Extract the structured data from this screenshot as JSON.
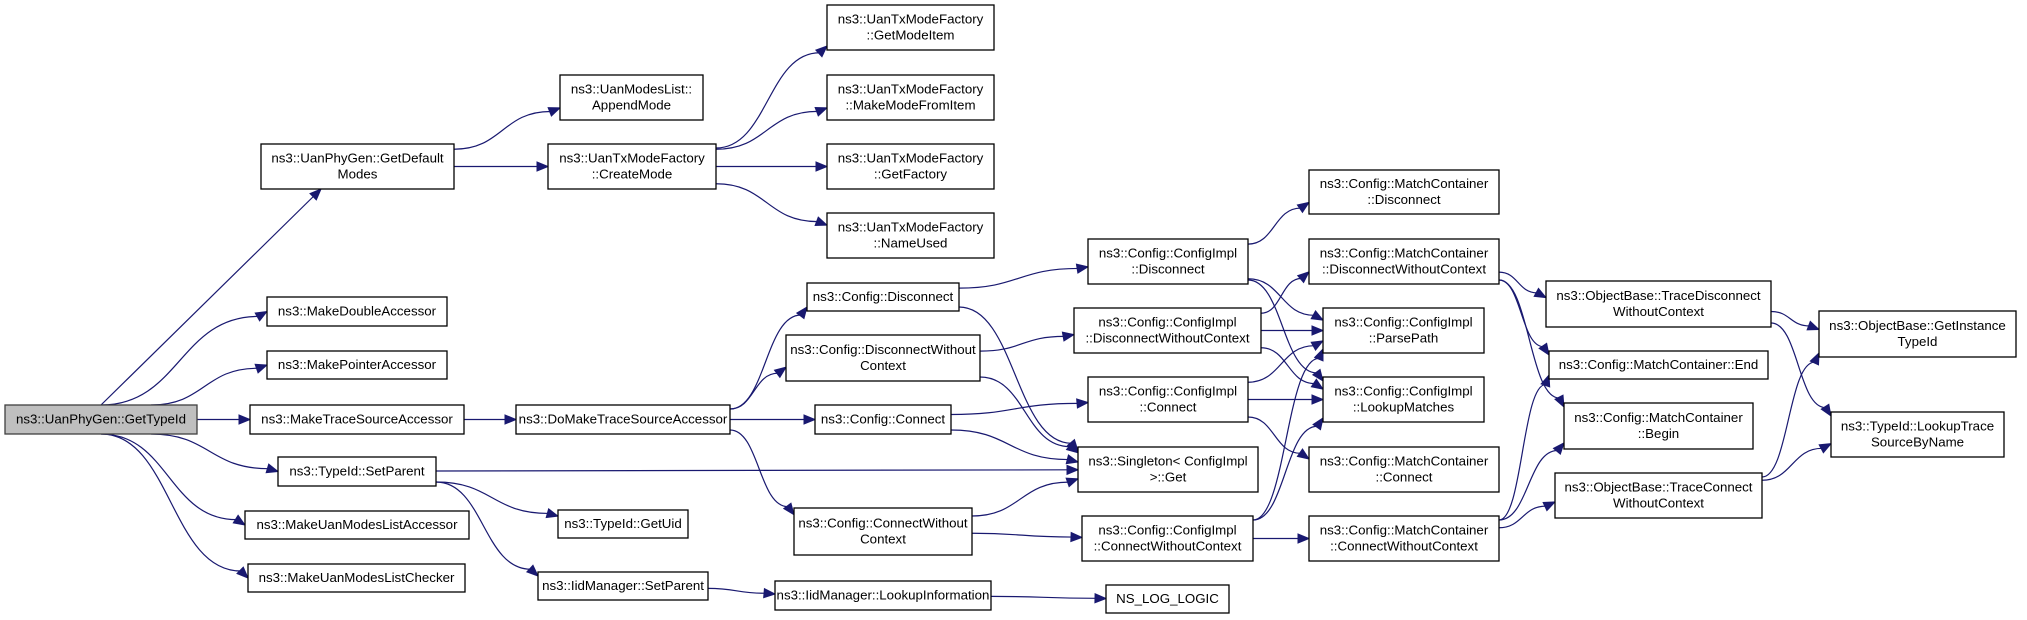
{
  "diagram": {
    "type": "call-graph",
    "colors": {
      "edge": "#191970",
      "root_fill": "#bfbfbf",
      "node_fill": "#ffffff",
      "border": "#000000"
    },
    "nodes": [
      {
        "id": "gettypeid",
        "lines": [
          "ns3::UanPhyGen::GetTypeId"
        ],
        "root": true
      },
      {
        "id": "getdefaultmodes",
        "lines": [
          "ns3::UanPhyGen::GetDefault",
          "Modes"
        ]
      },
      {
        "id": "makedoubleaccessor",
        "lines": [
          "ns3::MakeDoubleAccessor"
        ]
      },
      {
        "id": "makepointeraccessor",
        "lines": [
          "ns3::MakePointerAccessor"
        ]
      },
      {
        "id": "maketracesourceaccessor",
        "lines": [
          "ns3::MakeTraceSourceAccessor"
        ]
      },
      {
        "id": "typeid-setparent",
        "lines": [
          "ns3::TypeId::SetParent"
        ]
      },
      {
        "id": "makeuanmodeslistaccessor",
        "lines": [
          "ns3::MakeUanModesListAccessor"
        ]
      },
      {
        "id": "makeuanmodeslistchecker",
        "lines": [
          "ns3::MakeUanModesListChecker"
        ]
      },
      {
        "id": "appendmode",
        "lines": [
          "ns3::UanModesList::",
          "AppendMode"
        ]
      },
      {
        "id": "createmode",
        "lines": [
          "ns3::UanTxModeFactory",
          "::CreateMode"
        ]
      },
      {
        "id": "getmodeitem",
        "lines": [
          "ns3::UanTxModeFactory",
          "::GetModeItem"
        ]
      },
      {
        "id": "makemodefromitem",
        "lines": [
          "ns3::UanTxModeFactory",
          "::MakeModeFromItem"
        ]
      },
      {
        "id": "getfactory",
        "lines": [
          "ns3::UanTxModeFactory",
          "::GetFactory"
        ]
      },
      {
        "id": "nameused",
        "lines": [
          "ns3::UanTxModeFactory",
          "::NameUsed"
        ]
      },
      {
        "id": "domaketracesourceaccessor",
        "lines": [
          "ns3::DoMakeTraceSourceAccessor"
        ]
      },
      {
        "id": "typeid-getuid",
        "lines": [
          "ns3::TypeId::GetUid"
        ]
      },
      {
        "id": "iidmanager-setparent",
        "lines": [
          "ns3::IidManager::SetParent"
        ]
      },
      {
        "id": "config-disconnect",
        "lines": [
          "ns3::Config::Disconnect"
        ]
      },
      {
        "id": "config-disconnectwithoutcontext",
        "lines": [
          "ns3::Config::DisconnectWithout",
          "Context"
        ]
      },
      {
        "id": "config-connect",
        "lines": [
          "ns3::Config::Connect"
        ]
      },
      {
        "id": "config-connectwithoutcontext",
        "lines": [
          "ns3::Config::ConnectWithout",
          "Context"
        ]
      },
      {
        "id": "iidmanager-lookupinformation",
        "lines": [
          "ns3::IidManager::LookupInformation"
        ]
      },
      {
        "id": "configimpl-disconnect",
        "lines": [
          "ns3::Config::ConfigImpl",
          "::Disconnect"
        ]
      },
      {
        "id": "configimpl-disconnectwithoutcontext",
        "lines": [
          "ns3::Config::ConfigImpl",
          "::DisconnectWithoutContext"
        ]
      },
      {
        "id": "configimpl-connect",
        "lines": [
          "ns3::Config::ConfigImpl",
          "::Connect"
        ]
      },
      {
        "id": "singleton-get",
        "lines": [
          "ns3::Singleton< ConfigImpl",
          ">::Get"
        ]
      },
      {
        "id": "configimpl-connectwithoutcontext",
        "lines": [
          "ns3::Config::ConfigImpl",
          "::ConnectWithoutContext"
        ]
      },
      {
        "id": "ns-log-logic",
        "lines": [
          "NS_LOG_LOGIC"
        ]
      },
      {
        "id": "mc-disconnect",
        "lines": [
          "ns3::Config::MatchContainer",
          "::Disconnect"
        ]
      },
      {
        "id": "mc-disconnectwithoutcontext",
        "lines": [
          "ns3::Config::MatchContainer",
          "::DisconnectWithoutContext"
        ]
      },
      {
        "id": "parsepath",
        "lines": [
          "ns3::Config::ConfigImpl",
          "::ParsePath"
        ]
      },
      {
        "id": "lookupmatches",
        "lines": [
          "ns3::Config::ConfigImpl",
          "::LookupMatches"
        ]
      },
      {
        "id": "mc-connect",
        "lines": [
          "ns3::Config::MatchContainer",
          "::Connect"
        ]
      },
      {
        "id": "mc-connectwithoutcontext",
        "lines": [
          "ns3::Config::MatchContainer",
          "::ConnectWithoutContext"
        ]
      },
      {
        "id": "tracedisconnectwithoutcontext",
        "lines": [
          "ns3::ObjectBase::TraceDisconnect",
          "WithoutContext"
        ]
      },
      {
        "id": "mc-end",
        "lines": [
          "ns3::Config::MatchContainer::End"
        ]
      },
      {
        "id": "mc-begin",
        "lines": [
          "ns3::Config::MatchContainer",
          "::Begin"
        ]
      },
      {
        "id": "traceconnectwithoutcontext",
        "lines": [
          "ns3::ObjectBase::TraceConnect",
          "WithoutContext"
        ]
      },
      {
        "id": "getinstancetypeid",
        "lines": [
          "ns3::ObjectBase::GetInstance",
          "TypeId"
        ]
      },
      {
        "id": "lookuptracesourcebyname",
        "lines": [
          "ns3::TypeId::LookupTrace",
          "SourceByName"
        ]
      }
    ],
    "edges": [
      [
        "gettypeid",
        "getdefaultmodes"
      ],
      [
        "gettypeid",
        "makedoubleaccessor"
      ],
      [
        "gettypeid",
        "makepointeraccessor"
      ],
      [
        "gettypeid",
        "maketracesourceaccessor"
      ],
      [
        "gettypeid",
        "typeid-setparent"
      ],
      [
        "gettypeid",
        "makeuanmodeslistaccessor"
      ],
      [
        "gettypeid",
        "makeuanmodeslistchecker"
      ],
      [
        "getdefaultmodes",
        "appendmode"
      ],
      [
        "getdefaultmodes",
        "createmode"
      ],
      [
        "createmode",
        "getmodeitem"
      ],
      [
        "createmode",
        "makemodefromitem"
      ],
      [
        "createmode",
        "getfactory"
      ],
      [
        "createmode",
        "nameused"
      ],
      [
        "maketracesourceaccessor",
        "domaketracesourceaccessor"
      ],
      [
        "typeid-setparent",
        "singleton-get"
      ],
      [
        "typeid-setparent",
        "typeid-getuid"
      ],
      [
        "typeid-setparent",
        "iidmanager-setparent"
      ],
      [
        "iidmanager-setparent",
        "iidmanager-lookupinformation"
      ],
      [
        "iidmanager-lookupinformation",
        "ns-log-logic"
      ],
      [
        "domaketracesourceaccessor",
        "config-disconnect"
      ],
      [
        "domaketracesourceaccessor",
        "config-disconnectwithoutcontext"
      ],
      [
        "domaketracesourceaccessor",
        "config-connect"
      ],
      [
        "domaketracesourceaccessor",
        "config-connectwithoutcontext"
      ],
      [
        "config-disconnect",
        "configimpl-disconnect"
      ],
      [
        "config-disconnect",
        "singleton-get"
      ],
      [
        "config-disconnectwithoutcontext",
        "configimpl-disconnectwithoutcontext"
      ],
      [
        "config-disconnectwithoutcontext",
        "singleton-get"
      ],
      [
        "config-connect",
        "configimpl-connect"
      ],
      [
        "config-connect",
        "singleton-get"
      ],
      [
        "config-connectwithoutcontext",
        "singleton-get"
      ],
      [
        "config-connectwithoutcontext",
        "configimpl-connectwithoutcontext"
      ],
      [
        "configimpl-disconnect",
        "mc-disconnect"
      ],
      [
        "configimpl-disconnect",
        "parsepath"
      ],
      [
        "configimpl-disconnect",
        "lookupmatches"
      ],
      [
        "configimpl-disconnectwithoutcontext",
        "mc-disconnectwithoutcontext"
      ],
      [
        "configimpl-disconnectwithoutcontext",
        "parsepath"
      ],
      [
        "configimpl-disconnectwithoutcontext",
        "lookupmatches"
      ],
      [
        "configimpl-connect",
        "parsepath"
      ],
      [
        "configimpl-connect",
        "lookupmatches"
      ],
      [
        "configimpl-connect",
        "mc-connect"
      ],
      [
        "configimpl-connectwithoutcontext",
        "parsepath"
      ],
      [
        "configimpl-connectwithoutcontext",
        "lookupmatches"
      ],
      [
        "configimpl-connectwithoutcontext",
        "mc-connectwithoutcontext"
      ],
      [
        "mc-disconnectwithoutcontext",
        "tracedisconnectwithoutcontext"
      ],
      [
        "mc-disconnectwithoutcontext",
        "mc-end"
      ],
      [
        "mc-disconnectwithoutcontext",
        "mc-begin"
      ],
      [
        "mc-connectwithoutcontext",
        "mc-end"
      ],
      [
        "mc-connectwithoutcontext",
        "mc-begin"
      ],
      [
        "mc-connectwithoutcontext",
        "traceconnectwithoutcontext"
      ],
      [
        "tracedisconnectwithoutcontext",
        "getinstancetypeid"
      ],
      [
        "tracedisconnectwithoutcontext",
        "lookuptracesourcebyname"
      ],
      [
        "traceconnectwithoutcontext",
        "getinstancetypeid"
      ],
      [
        "traceconnectwithoutcontext",
        "lookuptracesourcebyname"
      ]
    ]
  }
}
